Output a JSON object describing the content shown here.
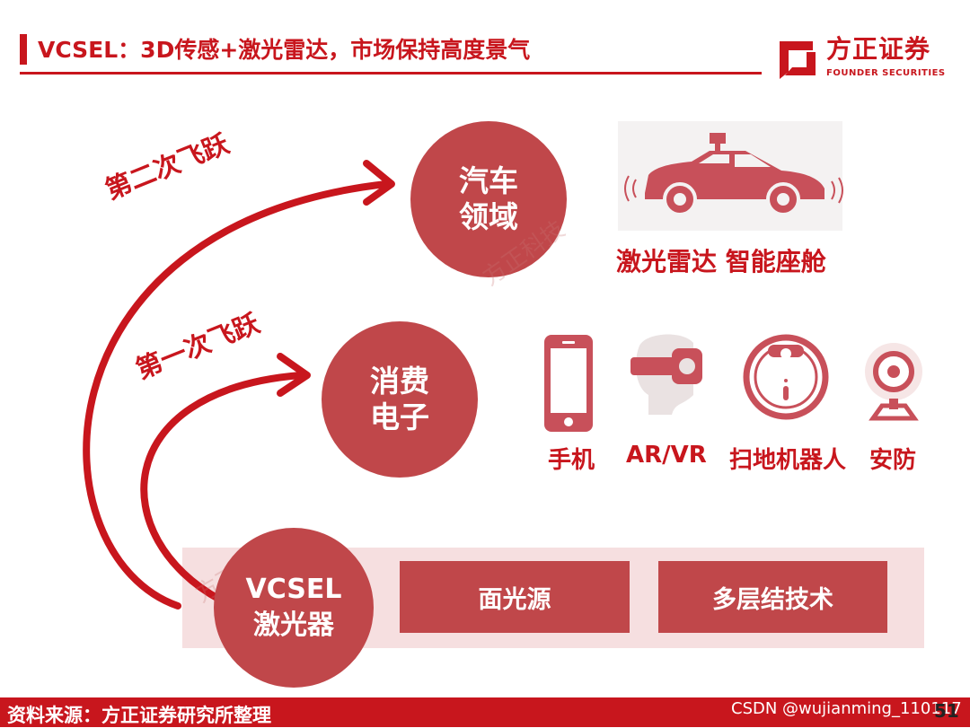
{
  "header": {
    "title": "VCSEL：3D传感+激光雷达，市场保持高度景气",
    "logo_name": "方正证券",
    "logo_sub": "FOUNDER SECURITIES"
  },
  "arrows": {
    "second_leap": "第二次飞跃",
    "first_leap": "第一次飞跃"
  },
  "circles": {
    "automotive": [
      "汽车",
      "领域"
    ],
    "consumer": [
      "消费",
      "电子"
    ],
    "vcsel": [
      "VCSEL",
      "激光器"
    ]
  },
  "automotive_apps": "激光雷达  智能座舱",
  "consumer_apps": [
    {
      "label": "手机",
      "icon": "smartphone-icon"
    },
    {
      "label": "AR/VR",
      "icon": "vr-headset-icon"
    },
    {
      "label": "扫地机器人",
      "icon": "robot-vacuum-icon"
    },
    {
      "label": "安防",
      "icon": "security-camera-icon"
    }
  ],
  "tech_boxes": [
    "面光源",
    "多层结技术"
  ],
  "watermarks": [
    "方正科技",
    "方正科技"
  ],
  "footer": {
    "source": "资料来源：方正证券研究所整理",
    "credit": "CSDN @wujianming_110117",
    "page": "51"
  },
  "colors": {
    "brand_red": "#c8161d",
    "circle_red": "#c0474a",
    "band_pink": "#f6dfe0"
  }
}
